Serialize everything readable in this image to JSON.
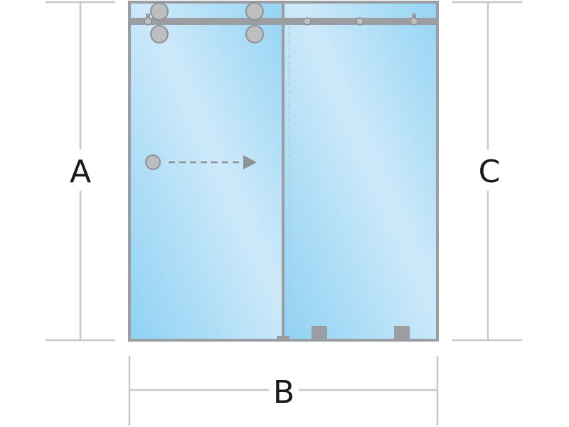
{
  "labels": {
    "height_left": "A",
    "width": "B",
    "height_right": "C"
  },
  "colors": {
    "frame": "#9a9ea3",
    "dimension_line": "#c8c8c8",
    "roller": "#bcbec0",
    "roller_stroke": "#8e9296",
    "glass_light": "#cde9fa",
    "glass_dark": "#8fd2f3",
    "arrow": "#8e9296",
    "label": "#1a1a1a"
  },
  "icons": {
    "slide_direction": "dashed-arrow-right"
  }
}
